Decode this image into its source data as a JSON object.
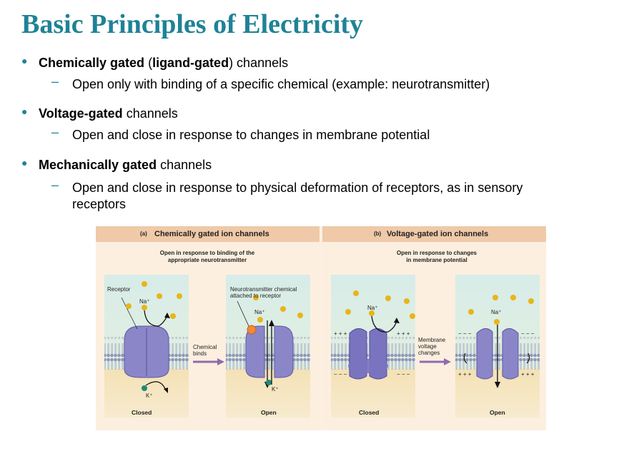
{
  "slide": {
    "title": "Basic Principles of Electricity",
    "bullets": [
      {
        "bold": "Chemically gated",
        "paren_open": " (",
        "bold2": "ligand-gated",
        "rest": ") channels",
        "sub": "Open only with binding of a specific chemical (example: neurotransmitter)"
      },
      {
        "bold": "Voltage-gated",
        "rest": " channels",
        "sub": "Open and close in response to changes in membrane potential"
      },
      {
        "bold": "Mechanically gated",
        "rest": " channels",
        "sub": "Open and close in response to physical deformation of receptors, as in sensory receptors"
      }
    ]
  },
  "figure": {
    "panel_a": {
      "letter": "(a)",
      "heading": "Chemically gated ion channels",
      "caption_line1": "Open in response to binding of the",
      "caption_line2": "appropriate neurotransmitter",
      "receptor_label": "Receptor",
      "na_label": "Na⁺",
      "k_label": "K⁺",
      "nt_label_line1": "Neurotransmitter chemical",
      "nt_label_line2": "attached to receptor",
      "arrow_label_line1": "Chemical",
      "arrow_label_line2": "binds",
      "state_closed": "Closed",
      "state_open": "Open"
    },
    "panel_b": {
      "letter": "(b)",
      "heading": "Voltage-gated ion channels",
      "caption_line1": "Open in response to changes",
      "caption_line2": "in membrane potential",
      "na_label": "Na⁺",
      "arrow_label_line1": "Membrane",
      "arrow_label_line2": "voltage",
      "arrow_label_line3": "changes",
      "plus_signs": "+ + +",
      "minus_signs": "− − −",
      "state_closed": "Closed",
      "state_open": "Open"
    },
    "colors": {
      "title": "#1f8296",
      "header_band": "#efc9a8",
      "protein": "#8b86c8",
      "sodium_ion": "#e8b519",
      "potassium_ion": "#1e8a7a",
      "membrane": "#9aa3c0",
      "arrow": "#8e6bb0"
    }
  }
}
